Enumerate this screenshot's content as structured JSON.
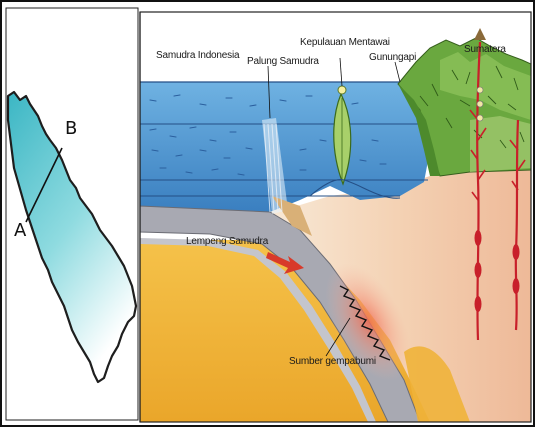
{
  "inset_map": {
    "point_a": "A",
    "point_b": "B"
  },
  "cross_section": {
    "labels": {
      "samudra_indonesia": "Samudra Indonesia",
      "palung_samudra": "Palung Samudra",
      "kepulauan_mentawai": "Kepulauan Mentawai",
      "gunungapi": "Gunungapi",
      "sumatera": "Sumatera",
      "lempeng_samudra": "Lempeng Samudra",
      "sumber_gempabumi": "Sumber gempabumi"
    }
  },
  "colors": {
    "ocean_top": "#5ea4d8",
    "ocean_bottom": "#3f86c4",
    "oceanic_plate": "#a9a9b0",
    "mantle": "#f2b63c",
    "crust": "#f4cfae",
    "land_green": "#6aa83f",
    "magma": "#c8202a",
    "arrow_red": "#d83a2a",
    "island": "#a8d06a",
    "map_cyan": "#5ec9d3"
  }
}
